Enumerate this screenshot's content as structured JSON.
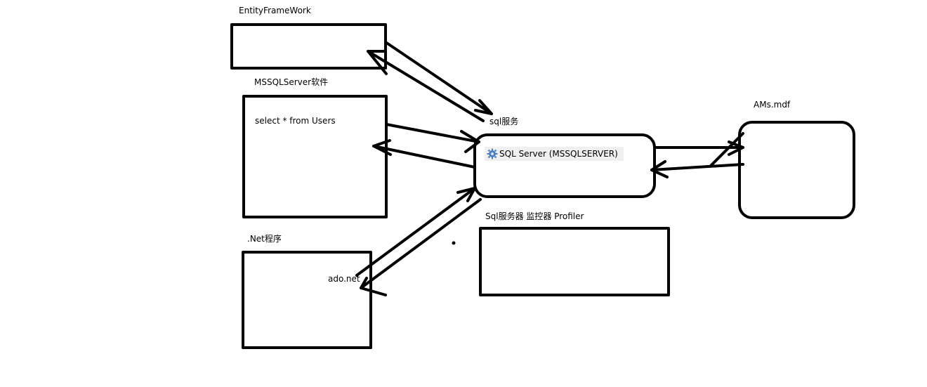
{
  "labels": {
    "entity_framework": "EntityFrameWork",
    "mssqlserver_software": "MSSQLServer软件",
    "select_query": "select * from Users",
    "sql_service": "sql服务",
    "sql_server_service": "SQL Server (MSSQLSERVER)",
    "ams_mdf": "AMs.mdf",
    "net_program": ".Net程序",
    "ado_net": "ado.net",
    "profiler": "Sql服务器 监控器 Profiler"
  },
  "icons": {
    "service": "gear-icon"
  },
  "colors": {
    "stroke": "#000000",
    "background": "#ffffff",
    "service_row_bg": "#f0f0f0",
    "gear_blue": "#4a7fc1"
  }
}
